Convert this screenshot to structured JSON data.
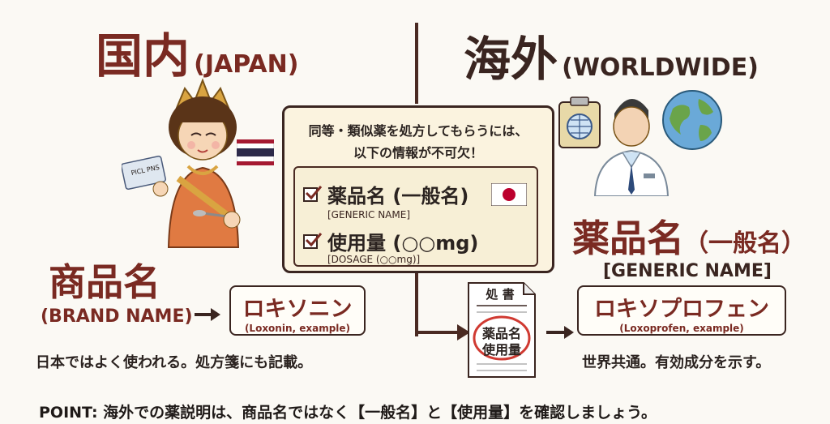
{
  "left": {
    "heading": "国内",
    "heading_en": "(JAPAN)",
    "brand_title": "商品名",
    "brand_en": "(BRAND NAME)",
    "brand_box_title": "ロキソニン",
    "brand_box_sub": "(Loxonin, example)",
    "brand_desc": "日本ではよく使われる。処方箋にも記載。",
    "card_text": "PICL PNS"
  },
  "right": {
    "heading": "海外",
    "heading_en": "(WORLDWIDE)",
    "generic_title": "薬品名",
    "generic_paren": "（一般名）",
    "generic_en": "[GENERIC NAME]",
    "generic_box_title": "ロキソプロフェン",
    "generic_box_sub": "(Loxoprofen, example)",
    "generic_desc": "世界共通。有効成分を示す。"
  },
  "center": {
    "intro_line1": "同等・類似薬を処方してもらうには、",
    "intro_line2": "以下の情報が不可欠！",
    "item1_label": "薬品名 (一般名)",
    "item1_en": "[GENERIC NAME]",
    "item2_label": "使用量 (○○mg)",
    "item2_en": "[DOSAGE (○○mg)]"
  },
  "prescription": {
    "header": "処 書",
    "line1": "薬品名",
    "line2": "使用量"
  },
  "footer": "POINT: 海外での薬説明は、商品名ではなく【一般名】と【使用量】を確認しましょう。",
  "colors": {
    "accent_red": "#7a2a22",
    "ink": "#3a2520",
    "flag_red": "#bc002d",
    "thai_blue": "#2d2a4a"
  }
}
